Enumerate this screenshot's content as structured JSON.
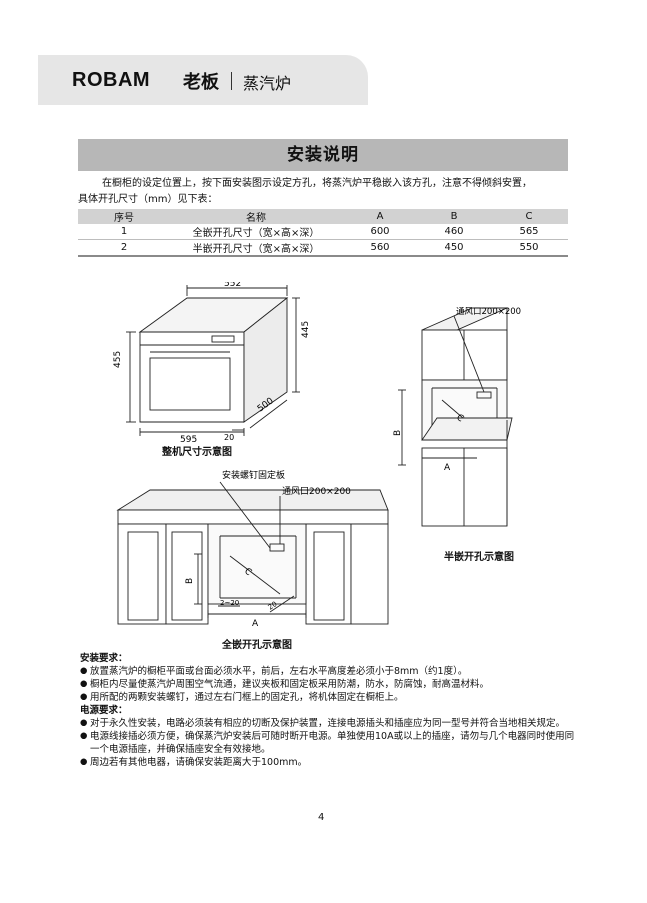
{
  "header": {
    "brand": "ROBAM",
    "brand_cn": "老板",
    "product": "蒸汽炉"
  },
  "title": "安装说明",
  "intro": {
    "line1": "在橱柜的设定位置上，按下面安装图示设定方孔，将蒸汽炉平稳嵌入该方孔，注意不得倾斜安置，",
    "line2": "具体开孔尺寸（mm）见下表："
  },
  "table": {
    "headers": [
      "序号",
      "名称",
      "A",
      "B",
      "C"
    ],
    "rows": [
      [
        "1",
        "全嵌开孔尺寸（宽×高×深）",
        "600",
        "460",
        "565"
      ],
      [
        "2",
        "半嵌开孔尺寸（宽×高×深）",
        "560",
        "450",
        "550"
      ]
    ]
  },
  "diagram1": {
    "dims": {
      "top": "552",
      "left_h": "455",
      "right_h": "445",
      "bottom_w": "595",
      "depth": "500",
      "small": "20"
    },
    "caption": "整机尺寸示意图"
  },
  "diagram2": {
    "vent": "通风口200×200",
    "a": "A",
    "b": "B",
    "c": "C",
    "caption": "半嵌开孔示意图"
  },
  "diagram3": {
    "screw": "安装螺钉固定板",
    "vent": "通风口200×200",
    "a": "A",
    "b": "B",
    "c": "C",
    "gap": "2~20",
    "twenty": "20",
    "caption": "全嵌开孔示意图"
  },
  "requirements": {
    "install_title": "安装要求：",
    "install": [
      "放置蒸汽炉的橱柜平面或台面必须水平，前后，左右水平高度差必须小于8mm（约1度）。",
      "橱柜内尽量使蒸汽炉周围空气流通，建议夹板和固定板采用防潮，防水，防腐蚀，耐高温材料。",
      "用所配的两颗安装螺钉，通过左右门框上的固定孔，将机体固定在橱柜上。"
    ],
    "power_title": "电源要求：",
    "power": [
      "对于永久性安装，电路必须装有相应的切断及保护装置，连接电源插头和插座应为同一型号并符合当地相关规定。",
      "电源线接插必须方便，确保蒸汽炉安装后可随时断开电源。单独使用10A或以上的插座，请勿与几个电器同时使用同一个电源插座，并确保插座安全有效接地。",
      "周边若有其他电器，请确保安装距离大于100mm。"
    ]
  },
  "page_number": "4"
}
